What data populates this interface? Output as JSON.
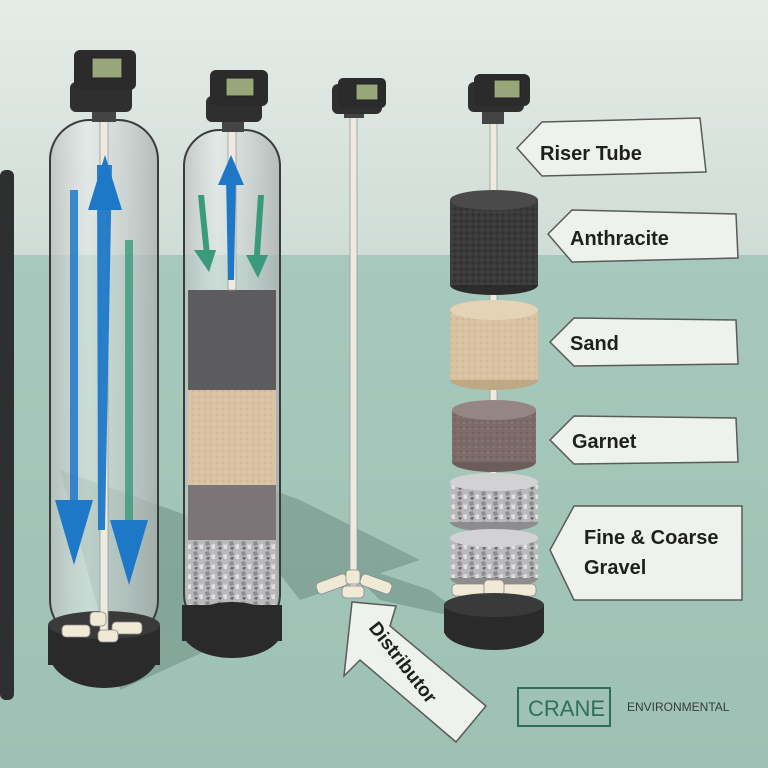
{
  "labels": {
    "riser_tube": "Riser Tube",
    "anthracite": "Anthracite",
    "sand": "Sand",
    "garnet": "Garnet",
    "gravel_line1": "Fine & Coarse",
    "gravel_line2": "Gravel",
    "distributor": "Distributor"
  },
  "logo": {
    "brand": "CRANE",
    "sub": "ENVIRONMENTAL"
  },
  "colors": {
    "sky_top": "#e2e8e4",
    "floor": "#a9cbbf",
    "flow_arrow": "#1e78c8",
    "flow_arrow_alt": "#3a9a7c",
    "label_arrow": "#eef2ec",
    "anthracite": "#3b3b3b",
    "sand": "#d7c1a0",
    "garnet": "#7d6c6a",
    "gravel": "#b6b6b8",
    "brand": "#2f6f5a"
  }
}
